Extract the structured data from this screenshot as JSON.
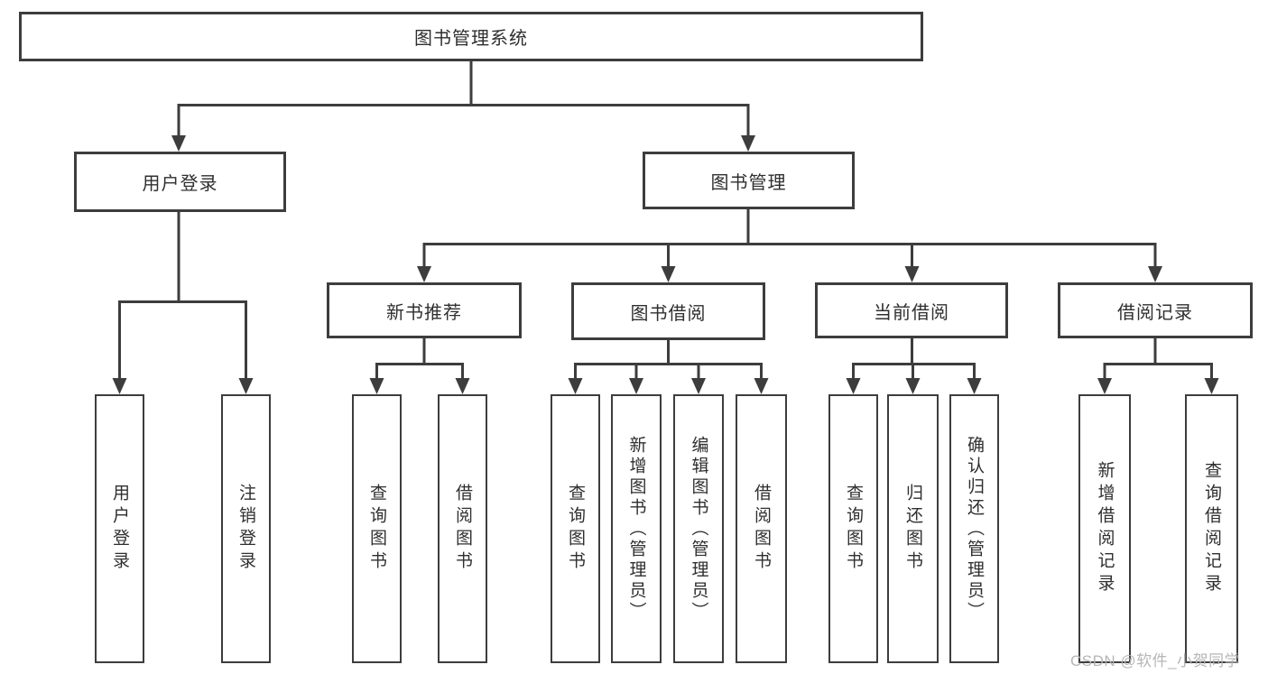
{
  "diagram": {
    "title": "图书管理系统",
    "type": "tree",
    "line_color": "#3d3d3d",
    "text_color": "#2f2f2f",
    "background_color": "#ffffff",
    "nodes": {
      "root": {
        "label": "图书管理系统"
      },
      "user_login": {
        "label": "用户登录"
      },
      "book_mgmt": {
        "label": "图书管理"
      },
      "new_book_rec": {
        "label": "新书推荐"
      },
      "book_borrow": {
        "label": "图书借阅"
      },
      "current_borrow": {
        "label": "当前借阅"
      },
      "borrow_records": {
        "label": "借阅记录"
      },
      "leaf_user_login": {
        "label": "用户登录"
      },
      "leaf_logout": {
        "label": "注销登录"
      },
      "leaf_rec_query_book": {
        "label": "查询图书"
      },
      "leaf_rec_borrow_book": {
        "label": "借阅图书"
      },
      "leaf_bb_query_book": {
        "label": "查询图书"
      },
      "leaf_bb_add_book_admin": {
        "label": "新增图书（管理员）"
      },
      "leaf_bb_edit_book_admin": {
        "label": "编辑图书（管理员）"
      },
      "leaf_bb_borrow_book": {
        "label": "借阅图书"
      },
      "leaf_cb_query_book": {
        "label": "查询图书"
      },
      "leaf_cb_return_book": {
        "label": "归还图书"
      },
      "leaf_cb_confirm_return_admin": {
        "label": "确认归还（管理员）"
      },
      "leaf_br_add_record": {
        "label": "新增借阅记录"
      },
      "leaf_br_query_record": {
        "label": "查询借阅记录"
      }
    },
    "structure": {
      "图书管理系统": {
        "用户登录": [
          "用户登录",
          "注销登录"
        ],
        "图书管理": {
          "新书推荐": [
            "查询图书",
            "借阅图书"
          ],
          "图书借阅": [
            "查询图书",
            "新增图书（管理员）",
            "编辑图书（管理员）",
            "借阅图书"
          ],
          "当前借阅": [
            "查询图书",
            "归还图书",
            "确认归还（管理员）"
          ],
          "借阅记录": [
            "新增借阅记录",
            "查询借阅记录"
          ]
        }
      }
    }
  },
  "watermark": {
    "text": "CSDN @软件_小贺同学",
    "color": "#b2b2b2"
  }
}
